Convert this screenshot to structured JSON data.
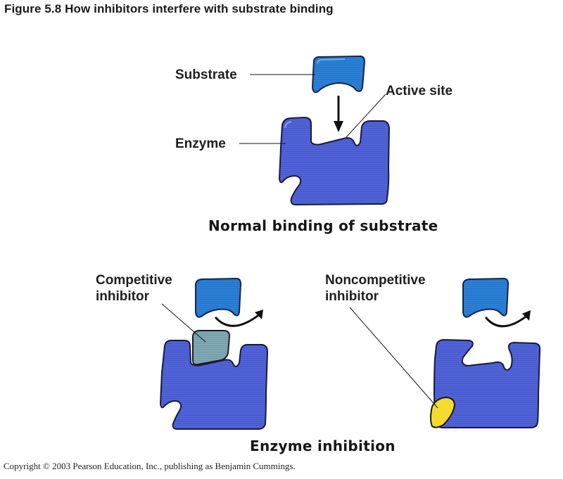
{
  "figure": {
    "title": "Figure 5.8  How inhibitors interfere with substrate binding"
  },
  "normal_binding": {
    "labels": {
      "substrate": "Substrate",
      "active_site": "Active site",
      "enzyme": "Enzyme"
    },
    "caption": "Normal binding of substrate"
  },
  "inhibition": {
    "competitive": {
      "label_line1": "Competitive",
      "label_line2": "inhibitor"
    },
    "noncompetitive": {
      "label_line1": "Noncompetitive",
      "label_line2": "inhibitor"
    },
    "caption": "Enzyme inhibition"
  },
  "colors": {
    "enzyme": "#4f62d8",
    "substrate": "#2a7fd6",
    "competitive_inhibitor": "#7fa8b4",
    "noncompetitive_inhibitor": "#f5dc2c",
    "outline": "#1a1a2a"
  },
  "copyright": "Copyright © 2003 Pearson Education, Inc., publishing as Benjamin Cummings."
}
